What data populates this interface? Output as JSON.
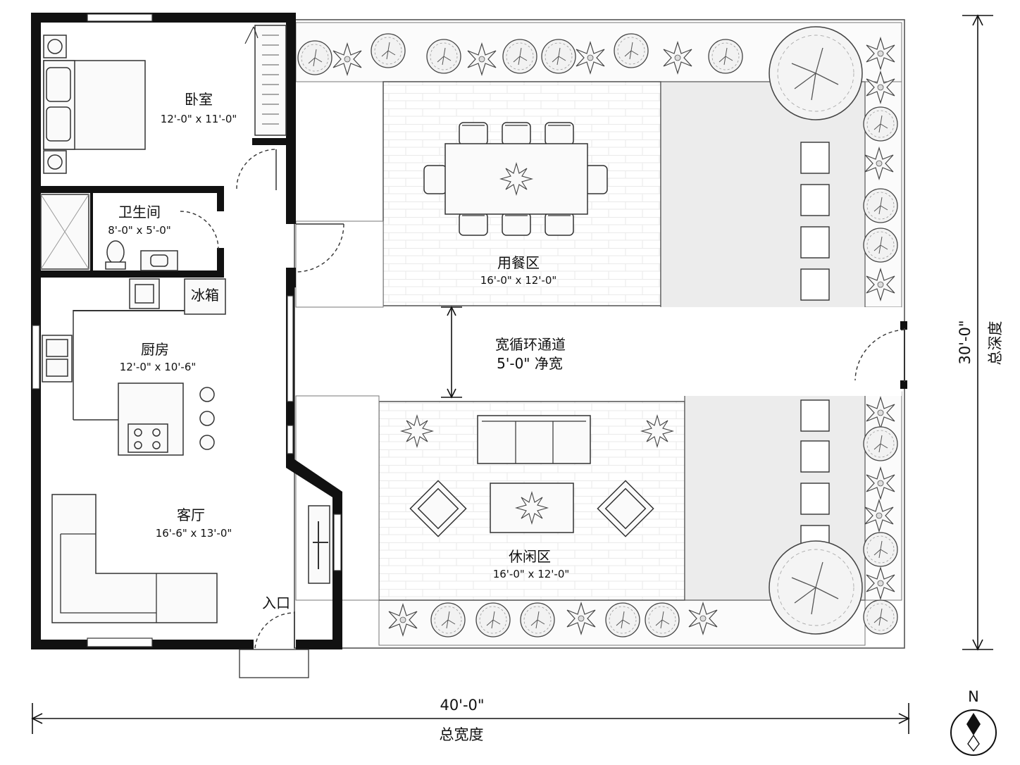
{
  "rooms": {
    "bedroom": {
      "name": "卧室",
      "dims": "12'-0\" x 11'-0\""
    },
    "bathroom": {
      "name": "卫生间",
      "dims": "8'-0\" x 5'-0\""
    },
    "fridge": {
      "name": "冰箱"
    },
    "kitchen": {
      "name": "厨房",
      "dims": "12'-0\" x 10'-6\""
    },
    "living": {
      "name": "客厅",
      "dims": "16'-6\" x 13'-0\""
    },
    "entry": {
      "name": "入口"
    }
  },
  "zones": {
    "dining": {
      "name": "用餐区",
      "dims": "16'-0\" x 12'-0\""
    },
    "walkway": {
      "name": "宽循环通道",
      "dims": "5'-0\" 净宽"
    },
    "leisure": {
      "name": "休闲区",
      "dims": "16'-0\" x 12'-0\""
    }
  },
  "dimensions": {
    "total_width": {
      "value": "40'-0\"",
      "label": "总宽度"
    },
    "total_depth": {
      "value": "30'-0\"",
      "label": "总深度"
    }
  },
  "north_arrow": {
    "label": "N",
    "icon": "north-arrow-icon"
  }
}
